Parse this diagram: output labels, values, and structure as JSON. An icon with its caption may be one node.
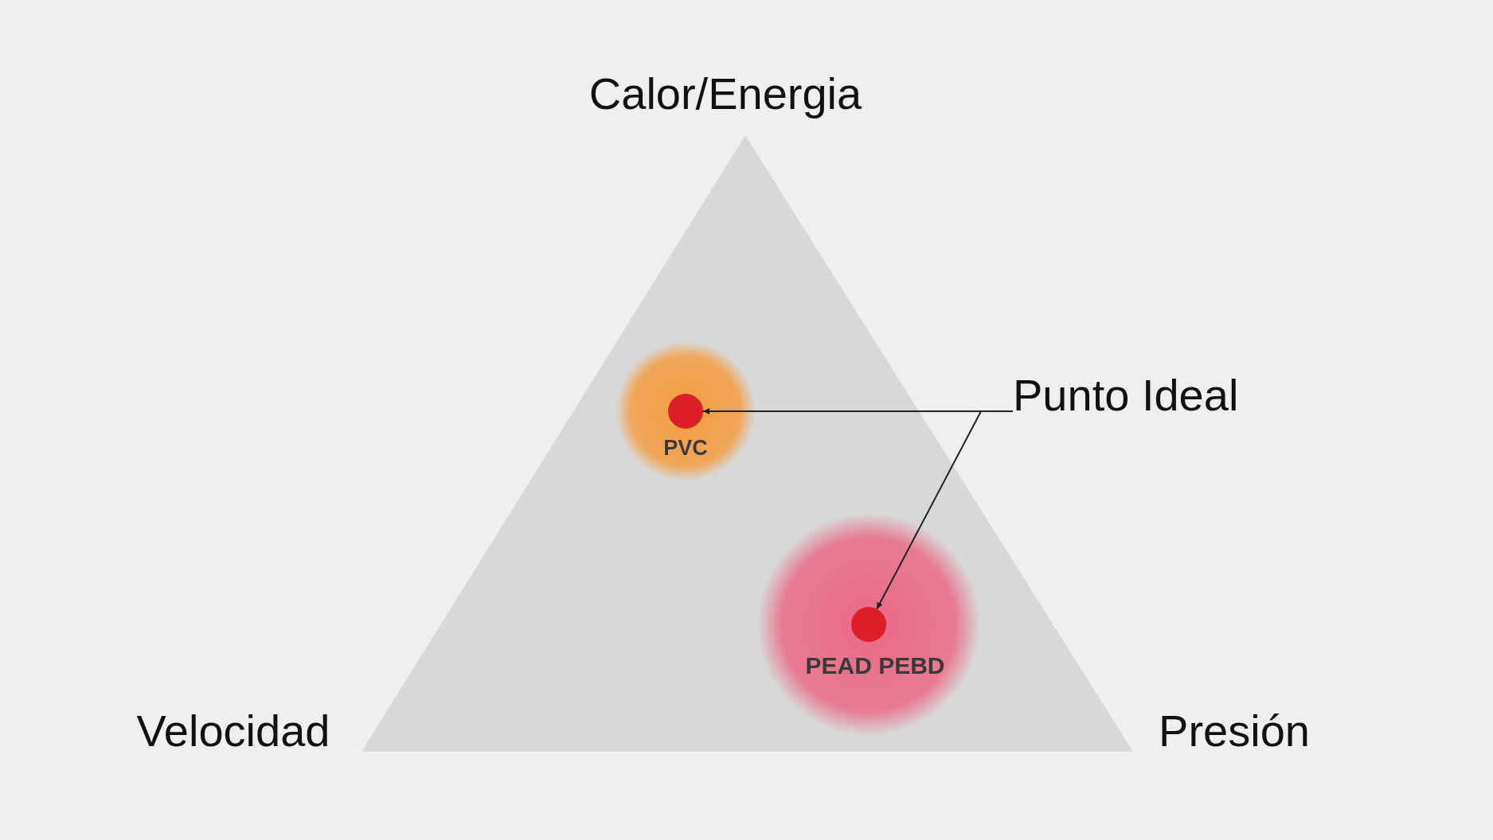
{
  "diagram": {
    "nodes": [
      {
        "text": [
          "Punto Ideal"
        ]
      },
      {
        "text": [],
        "shape": "circle",
        "beside": [
          "PVC"
        ]
      },
      {
        "text": [],
        "shape": "circle",
        "beside": [
          "PEAD PEBD"
        ]
      }
    ],
    "edges": [
      {
        "from": 0,
        "to": 1,
        "arrow": "to"
      },
      {
        "from": 0,
        "to": 2,
        "arrow": "to"
      }
    ],
    "labels": [
      "Calor/Energia",
      "Velocidad",
      "Presión"
    ]
  }
}
